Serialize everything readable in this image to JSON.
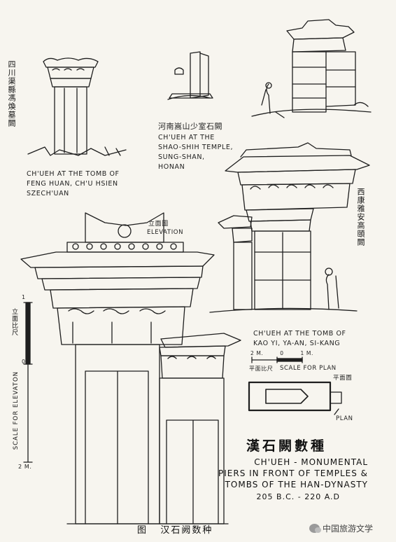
{
  "labels": {
    "feng_huan": [
      "Ch'ueh at the Tomb of",
      "Feng Huan, Ch'u Hsien",
      "Szech'uan"
    ],
    "feng_huan_cjk": "四川渠縣馮煥墓闕",
    "shao_shih_cjk": "河南嵩山少室石闕",
    "shao_shih": [
      "Ch'ueh at the",
      "Shao-Shih Temple,",
      "Sung-Shan,",
      "Honan"
    ],
    "kao_yi_cjk": "西康雅安高頤闕",
    "kao_yi": [
      "Ch'ueh at the Tomb of",
      "Kao Yi, Ya-an, Si-kang"
    ],
    "elevation_cjk": "立面圖",
    "elevation": "Elevation",
    "plan_scale_nums": "2 M.        0        1 M.",
    "plan_scale_cjk": "平面比尺",
    "plan_scale": "Scale for Plan",
    "plan_cjk": "平面圖",
    "plan": "Plan",
    "elev_scale_cjk": "立面比尺",
    "elev_scale": "Scale for Elevaton",
    "elev_scale_top": "1",
    "elev_scale_mid": "0",
    "elev_scale_bottom": "2 M."
  },
  "title": {
    "cjk": "漢石闕數種",
    "line1": "Ch'ueh - Monumental",
    "line2": "Piers in Front of Temples &",
    "line3": "Tombs of the Han-Dynasty",
    "dates": "205 B.C. - 220 A.D"
  },
  "footer": {
    "caption": "图   汉石阙数种",
    "watermark": "中国旅游文学"
  }
}
